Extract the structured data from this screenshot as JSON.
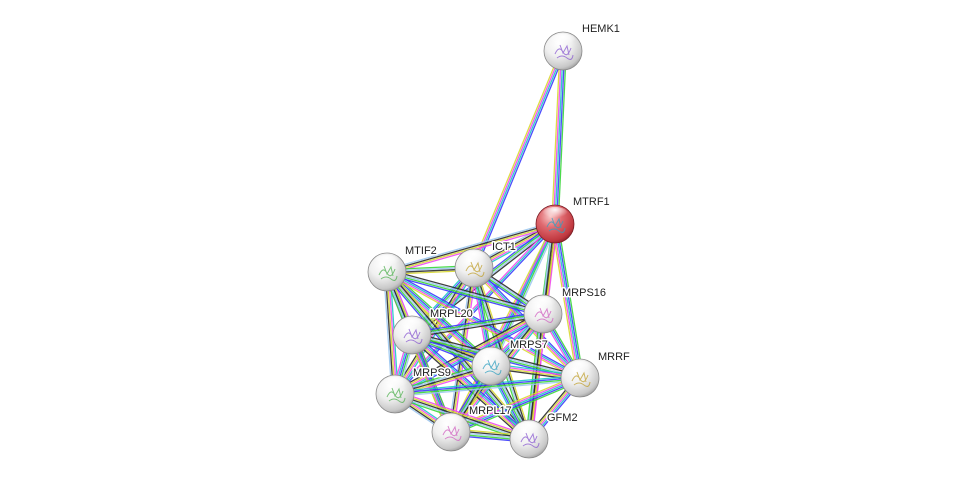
{
  "network": {
    "query_color": "#d9535b",
    "node_color": "#f2f2f2",
    "edge_colors": [
      "#38d638",
      "#3a3afc",
      "#1cc8c8",
      "#f048f0",
      "#d8d830",
      "#2a2a2a",
      "#9cc8f0"
    ],
    "nodes": [
      {
        "id": "HEMK1",
        "label": "HEMK1",
        "query": false,
        "icon": "protein-structure-icon"
      },
      {
        "id": "MTRF1",
        "label": "MTRF1",
        "query": true,
        "icon": "protein-structure-icon"
      },
      {
        "id": "ICT1",
        "label": "ICT1",
        "query": false,
        "icon": "protein-structure-icon"
      },
      {
        "id": "MTIF2",
        "label": "MTIF2",
        "query": false,
        "icon": "protein-structure-icon"
      },
      {
        "id": "MRPS16",
        "label": "MRPS16",
        "query": false,
        "icon": "protein-structure-icon"
      },
      {
        "id": "MRPL20",
        "label": "MRPL20",
        "query": false,
        "icon": "protein-structure-icon"
      },
      {
        "id": "MRPS7",
        "label": "MRPS7",
        "query": false,
        "icon": "protein-structure-icon"
      },
      {
        "id": "MRRF",
        "label": "MRRF",
        "query": false,
        "icon": "protein-structure-icon"
      },
      {
        "id": "MRPS9",
        "label": "MRPS9",
        "query": false,
        "icon": "protein-structure-icon"
      },
      {
        "id": "MRPL17",
        "label": "MRPL17",
        "query": false,
        "icon": "protein-structure-icon"
      },
      {
        "id": "GFM2",
        "label": "GFM2",
        "query": false,
        "icon": "protein-structure-icon"
      }
    ],
    "edges": [
      {
        "source": "HEMK1",
        "target": "MTRF1",
        "lines": 5
      },
      {
        "source": "HEMK1",
        "target": "ICT1",
        "lines": 4
      },
      {
        "source": "MTRF1",
        "target": "ICT1",
        "lines": 5
      },
      {
        "source": "MTRF1",
        "target": "MTIF2",
        "lines": 4
      },
      {
        "source": "MTRF1",
        "target": "MRPS16",
        "lines": 4
      },
      {
        "source": "MTRF1",
        "target": "MRPL20",
        "lines": 4
      },
      {
        "source": "MTRF1",
        "target": "MRPS7",
        "lines": 4
      },
      {
        "source": "MTRF1",
        "target": "MRRF",
        "lines": 5
      },
      {
        "source": "MTRF1",
        "target": "MRPS9",
        "lines": 3
      },
      {
        "source": "MTRF1",
        "target": "MRPL17",
        "lines": 3
      },
      {
        "source": "MTRF1",
        "target": "GFM2",
        "lines": 4
      },
      {
        "source": "ICT1",
        "target": "MTIF2",
        "lines": 4
      },
      {
        "source": "ICT1",
        "target": "MRPS16",
        "lines": 4
      },
      {
        "source": "ICT1",
        "target": "MRPL20",
        "lines": 4
      },
      {
        "source": "ICT1",
        "target": "MRPS7",
        "lines": 4
      },
      {
        "source": "ICT1",
        "target": "MRRF",
        "lines": 4
      },
      {
        "source": "ICT1",
        "target": "MRPS9",
        "lines": 4
      },
      {
        "source": "ICT1",
        "target": "MRPL17",
        "lines": 4
      },
      {
        "source": "ICT1",
        "target": "GFM2",
        "lines": 4
      },
      {
        "source": "MTIF2",
        "target": "MRPS16",
        "lines": 4
      },
      {
        "source": "MTIF2",
        "target": "MRPL20",
        "lines": 5
      },
      {
        "source": "MTIF2",
        "target": "MRPS7",
        "lines": 5
      },
      {
        "source": "MTIF2",
        "target": "MRRF",
        "lines": 4
      },
      {
        "source": "MTIF2",
        "target": "MRPS9",
        "lines": 5
      },
      {
        "source": "MTIF2",
        "target": "MRPL17",
        "lines": 5
      },
      {
        "source": "MTIF2",
        "target": "GFM2",
        "lines": 5
      },
      {
        "source": "MRPS16",
        "target": "MRPL20",
        "lines": 4
      },
      {
        "source": "MRPS16",
        "target": "MRPS7",
        "lines": 5
      },
      {
        "source": "MRPS16",
        "target": "MRRF",
        "lines": 4
      },
      {
        "source": "MRPS16",
        "target": "MRPS9",
        "lines": 5
      },
      {
        "source": "MRPS16",
        "target": "MRPL17",
        "lines": 5
      },
      {
        "source": "MRPS16",
        "target": "GFM2",
        "lines": 5
      },
      {
        "source": "MRPL20",
        "target": "MRPS7",
        "lines": 5
      },
      {
        "source": "MRPL20",
        "target": "MRRF",
        "lines": 4
      },
      {
        "source": "MRPL20",
        "target": "MRPS9",
        "lines": 5
      },
      {
        "source": "MRPL20",
        "target": "MRPL17",
        "lines": 5
      },
      {
        "source": "MRPL20",
        "target": "GFM2",
        "lines": 5
      },
      {
        "source": "MRPS7",
        "target": "MRRF",
        "lines": 4
      },
      {
        "source": "MRPS7",
        "target": "MRPS9",
        "lines": 5
      },
      {
        "source": "MRPS7",
        "target": "MRPL17",
        "lines": 5
      },
      {
        "source": "MRPS7",
        "target": "GFM2",
        "lines": 5
      },
      {
        "source": "MRRF",
        "target": "MRPS9",
        "lines": 4
      },
      {
        "source": "MRRF",
        "target": "MRPL17",
        "lines": 5
      },
      {
        "source": "MRRF",
        "target": "GFM2",
        "lines": 5
      },
      {
        "source": "MRPS9",
        "target": "MRPL17",
        "lines": 5
      },
      {
        "source": "MRPS9",
        "target": "GFM2",
        "lines": 5
      },
      {
        "source": "MRPL17",
        "target": "GFM2",
        "lines": 5
      }
    ]
  }
}
